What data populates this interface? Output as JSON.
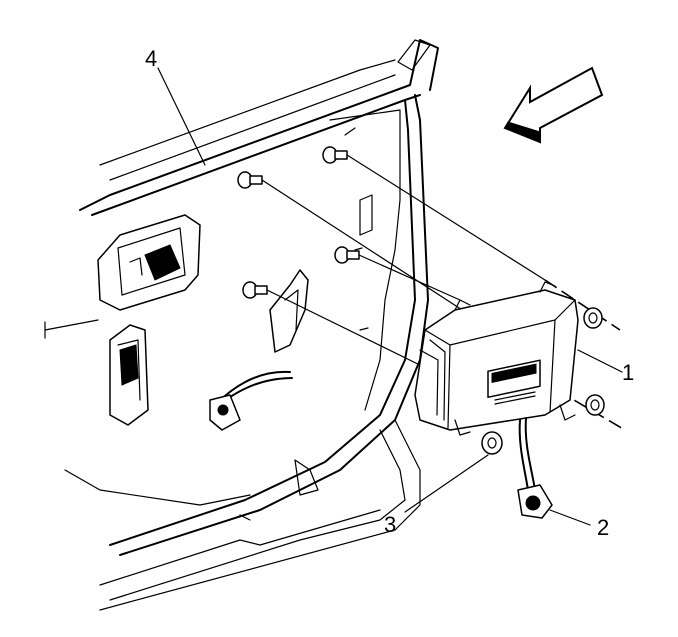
{
  "callouts": {
    "c1": "1",
    "c2": "2",
    "c3": "3",
    "c4": "4"
  },
  "module_label": "",
  "colors": {
    "ink": "#000000",
    "background": "#ffffff"
  },
  "icons": {
    "direction": "direction-arrow-icon"
  }
}
